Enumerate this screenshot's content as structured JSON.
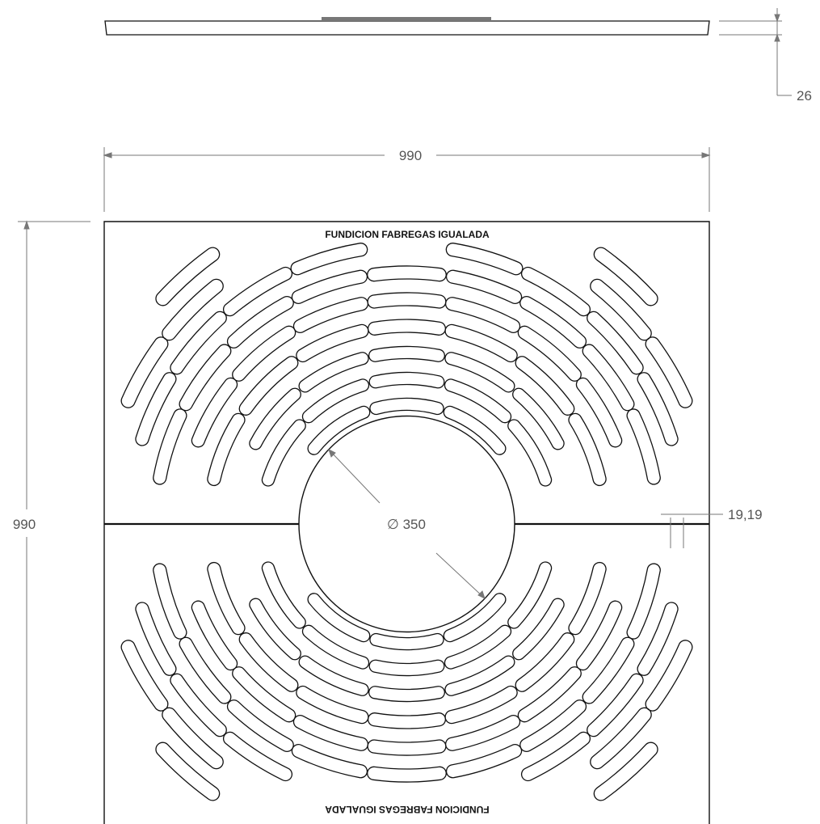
{
  "drawing": {
    "stamp_top": "FUNDICION FABREGAS IGUALADA",
    "stamp_bottom": "FUNDICION FABREGAS IGUALADA",
    "dimensions": {
      "thickness": "26",
      "width": "990",
      "height": "990",
      "diameter": "∅ 350",
      "gap": "19,19"
    },
    "colors": {
      "outline": "#111111",
      "dimension_line": "#777777",
      "dimension_text": "#555555"
    }
  }
}
